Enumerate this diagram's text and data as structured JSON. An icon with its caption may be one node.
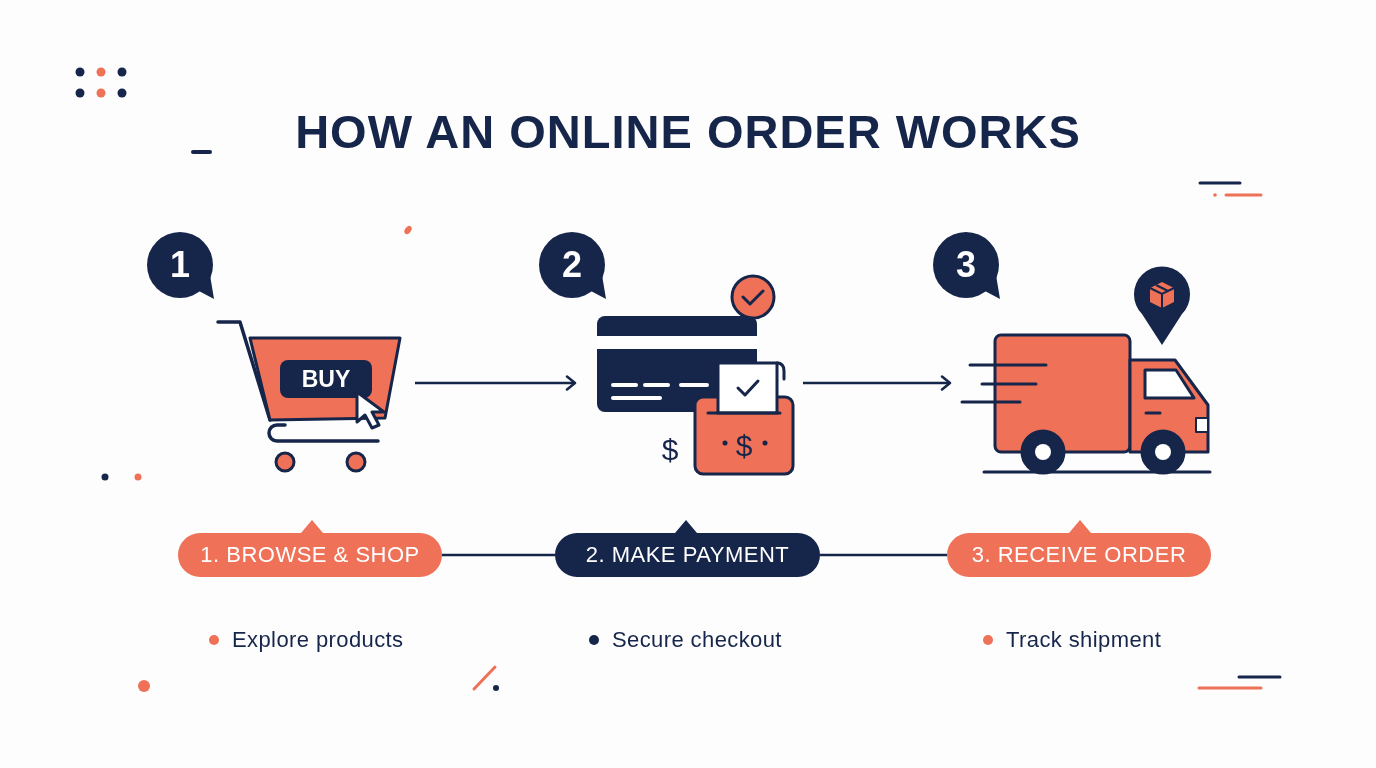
{
  "diagram": {
    "title": "HOW AN ONLINE ORDER WORKS",
    "nodes": [
      {
        "text": [
          "1"
        ]
      },
      {
        "text": [],
        "shape": "picture"
      },
      {
        "text": [
          "BUY"
        ],
        "in": 1
      },
      {
        "text": [
          "2"
        ]
      },
      {
        "text": [
          "$",
          "$"
        ]
      },
      {
        "text": [
          "3"
        ]
      },
      {
        "text": [],
        "shape": "picture"
      },
      {
        "text": [
          "1. BROWSE & SHOP"
        ],
        "beside": [
          "Explore products"
        ]
      },
      {
        "text": [
          "2. MAKE PAYMENT"
        ],
        "beside": [
          "Secure checkout"
        ]
      },
      {
        "text": [
          "3. RECEIVE ORDER"
        ],
        "beside": [
          "Track shipment"
        ]
      }
    ],
    "edges": [
      {
        "from": 1,
        "to": 4,
        "arrow": "to"
      },
      {
        "from": 4,
        "to": 6,
        "arrow": "to"
      },
      {
        "from": 7,
        "to": 8,
        "arrow": "none"
      },
      {
        "from": 8,
        "to": 9,
        "arrow": "none"
      }
    ]
  }
}
